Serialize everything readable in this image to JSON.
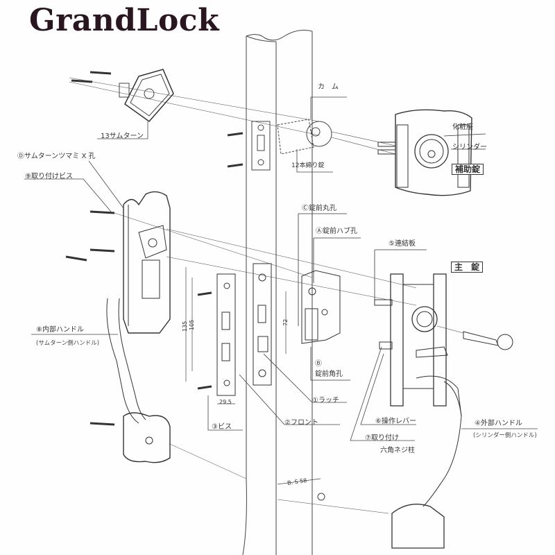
{
  "brand": {
    "logo_text": "GrandLock"
  },
  "sections": {
    "auxiliary_lock": "補助錠",
    "main_lock": "主　錠"
  },
  "parts": {
    "thumb_turn": "13サムターン",
    "cam": "カ　ム",
    "deadbolt": "12本締り錠",
    "escutcheon": "化粧座",
    "cylinder": "シリンダー",
    "thumb_turn_hole": "Ⓓサムターンツマミ X 孔",
    "mounting_screw": "⑨取り付けビス",
    "round_hole": "Ⓒ錠前丸孔",
    "hub_hole": "Ⓐ錠前ハブ孔",
    "connecting_plate": "⑤連結板",
    "inner_handle": "⑧内部ハンドル",
    "inner_handle_sub": "(サムターン側ハンドル)",
    "square_hole_mark": "Ⓑ",
    "square_hole": "錠前角孔",
    "latch": "①ラッチ",
    "front": "②フロント",
    "screw": "③ビス",
    "lever": "⑥操作レバー",
    "mount_post": "⑦取り付け",
    "mount_post_2": "六角ネジ柱",
    "outer_handle": "④外部ハンドル",
    "outer_handle_sub": "(シリンダー側ハンドル)"
  },
  "dimensions": {
    "outer_height": "135",
    "inner_height": "105",
    "strike_height": "72",
    "front_width": "29.5",
    "backset": "B. S 58"
  },
  "colors": {
    "ink": "#333333",
    "logo": "#2a1620",
    "paper": "#fefefe"
  }
}
